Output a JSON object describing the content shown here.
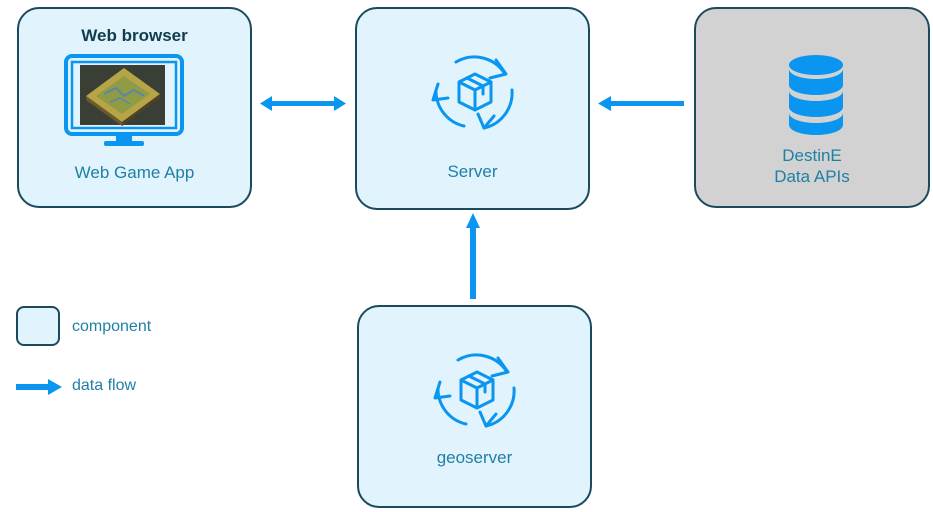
{
  "browser": {
    "title": "Web browser",
    "app_label": "Web Game App"
  },
  "server": {
    "label": "Server"
  },
  "data_apis": {
    "line1": "DestinE",
    "line2": "Data APIs"
  },
  "geoserver": {
    "label": "geoserver"
  },
  "legend": {
    "component_label": "component",
    "flow_label": "data flow"
  },
  "colors": {
    "box_fill": "#e1f3fc",
    "box_fill_gray": "#d2d2d2",
    "box_border": "#1b4a5c",
    "accent": "#0a96f0",
    "label_text": "#1f7fa6"
  },
  "icons": {
    "browser": "monitor-icon",
    "server": "package-sync-icon",
    "geoserver": "package-sync-icon",
    "data_apis": "database-icon",
    "flow": "arrow-icon"
  }
}
